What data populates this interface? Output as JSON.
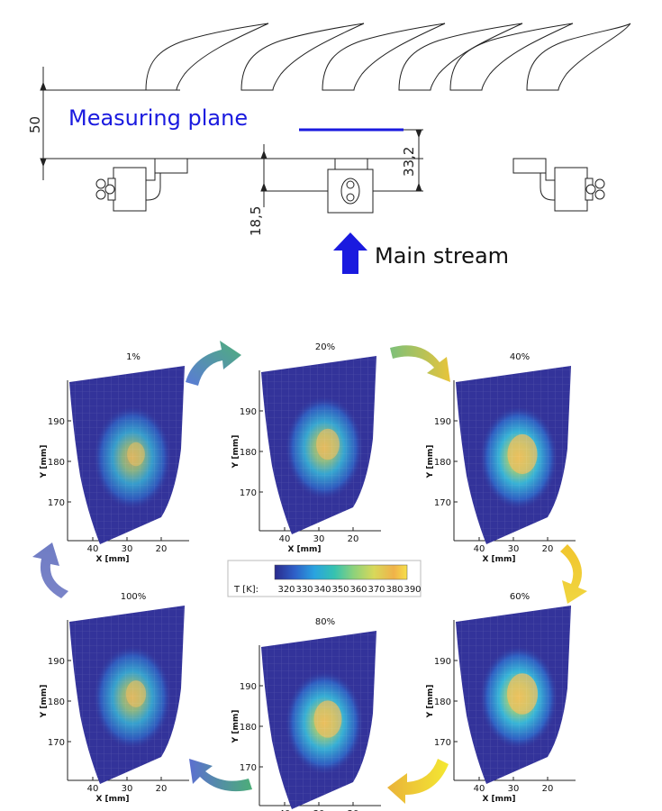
{
  "top": {
    "measuring_plane": "Measuring plane",
    "main_stream": "Main stream",
    "dim_50": "50",
    "dim_33_2": "33,2",
    "dim_18_5": "18,5"
  },
  "colorbar": {
    "label": "T [K]:",
    "ticks": [
      "320",
      "330",
      "340",
      "350",
      "360",
      "370",
      "380",
      "390"
    ]
  },
  "plots": [
    {
      "title": "1%",
      "intensity": 0.55
    },
    {
      "title": "20%",
      "intensity": 0.72
    },
    {
      "title": "40%",
      "intensity": 0.92
    },
    {
      "title": "100%",
      "intensity": 0.62
    },
    {
      "title": "80%",
      "intensity": 0.86
    },
    {
      "title": "60%",
      "intensity": 0.95
    }
  ],
  "axes": {
    "xlabel": "X [mm]",
    "ylabel": "Y [mm]",
    "xticks": [
      "40",
      "30",
      "20"
    ],
    "yticks": [
      "190",
      "180",
      "170"
    ]
  },
  "colors": {
    "measuring_plane": "#1a1adf",
    "arrow_blue": "#1a1adf",
    "field_base": "#33339a"
  }
}
